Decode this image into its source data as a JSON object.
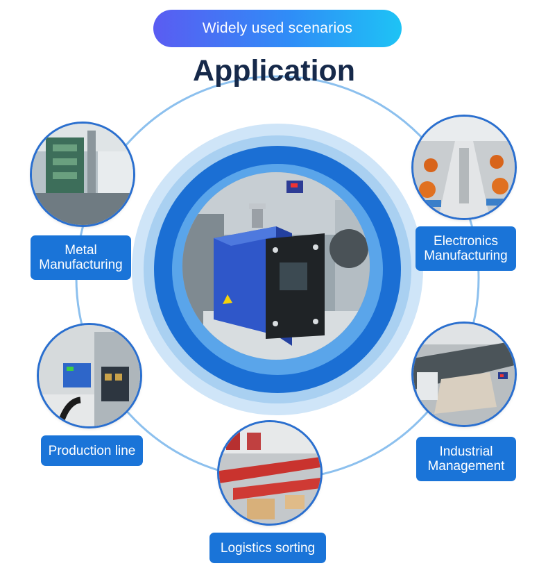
{
  "header": {
    "badge": "Widely used scenarios",
    "title": "Application"
  },
  "colors": {
    "accent": "#1a74d8",
    "title": "#16294a",
    "ring_outer": "#b9d9f4",
    "ring_inner": "#1a6fd3"
  },
  "scenarios": [
    {
      "id": "metal",
      "label": "Metal\nManufacturing"
    },
    {
      "id": "electronics",
      "label": "Electronics\nManufacturing"
    },
    {
      "id": "production",
      "label": "Production line"
    },
    {
      "id": "industrial",
      "label": "Industrial\nManagement"
    },
    {
      "id": "logistics",
      "label": "Logistics sorting"
    }
  ]
}
